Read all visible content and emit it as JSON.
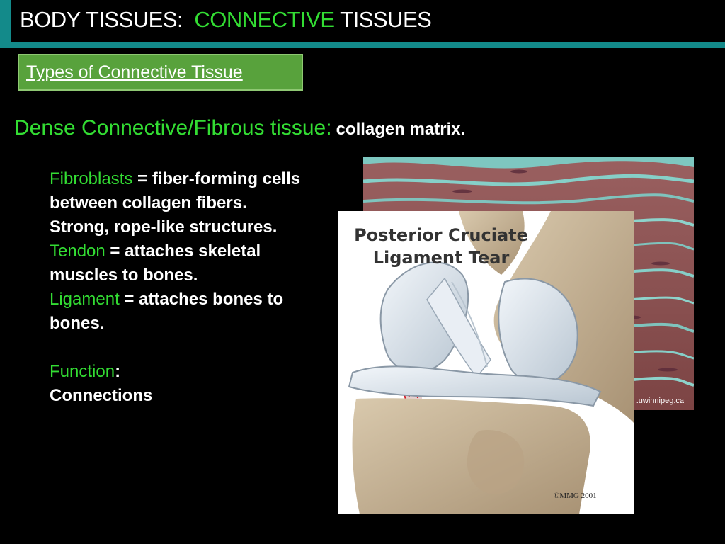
{
  "header": {
    "title_part1": "BODY TISSUES:",
    "title_part2": "CONNECTIVE",
    "title_part3": "TISSUES",
    "accent_color": "#138a8a"
  },
  "section": {
    "label": "Types of Connective Tissue",
    "color": "#58a23c"
  },
  "heading": {
    "term": "Dense Connective/Fibrous tissue",
    "colon": ":",
    "description": "collagen matrix."
  },
  "body": {
    "fibroblasts_term": "Fibroblasts",
    "fibroblasts_def": " = fiber-forming cells between collagen fibers.",
    "strength_line": "Strong, rope-like structures.",
    "tendon_term": "Tendon",
    "tendon_def": " = attaches skeletal muscles to bones.",
    "ligament_term": "Ligament",
    "ligament_def": " = attaches bones to bones.",
    "function_term": "Function",
    "function_colon": ":",
    "function_value": "Connections"
  },
  "images": {
    "histology_credit": ".uwinnipeg.ca",
    "ligament_title_line1": "Posterior Cruciate",
    "ligament_title_line2": "Ligament Tear",
    "ligament_credit": "©MMG 2001"
  },
  "colors": {
    "keyword_green": "#33dd33",
    "background": "#000000"
  }
}
